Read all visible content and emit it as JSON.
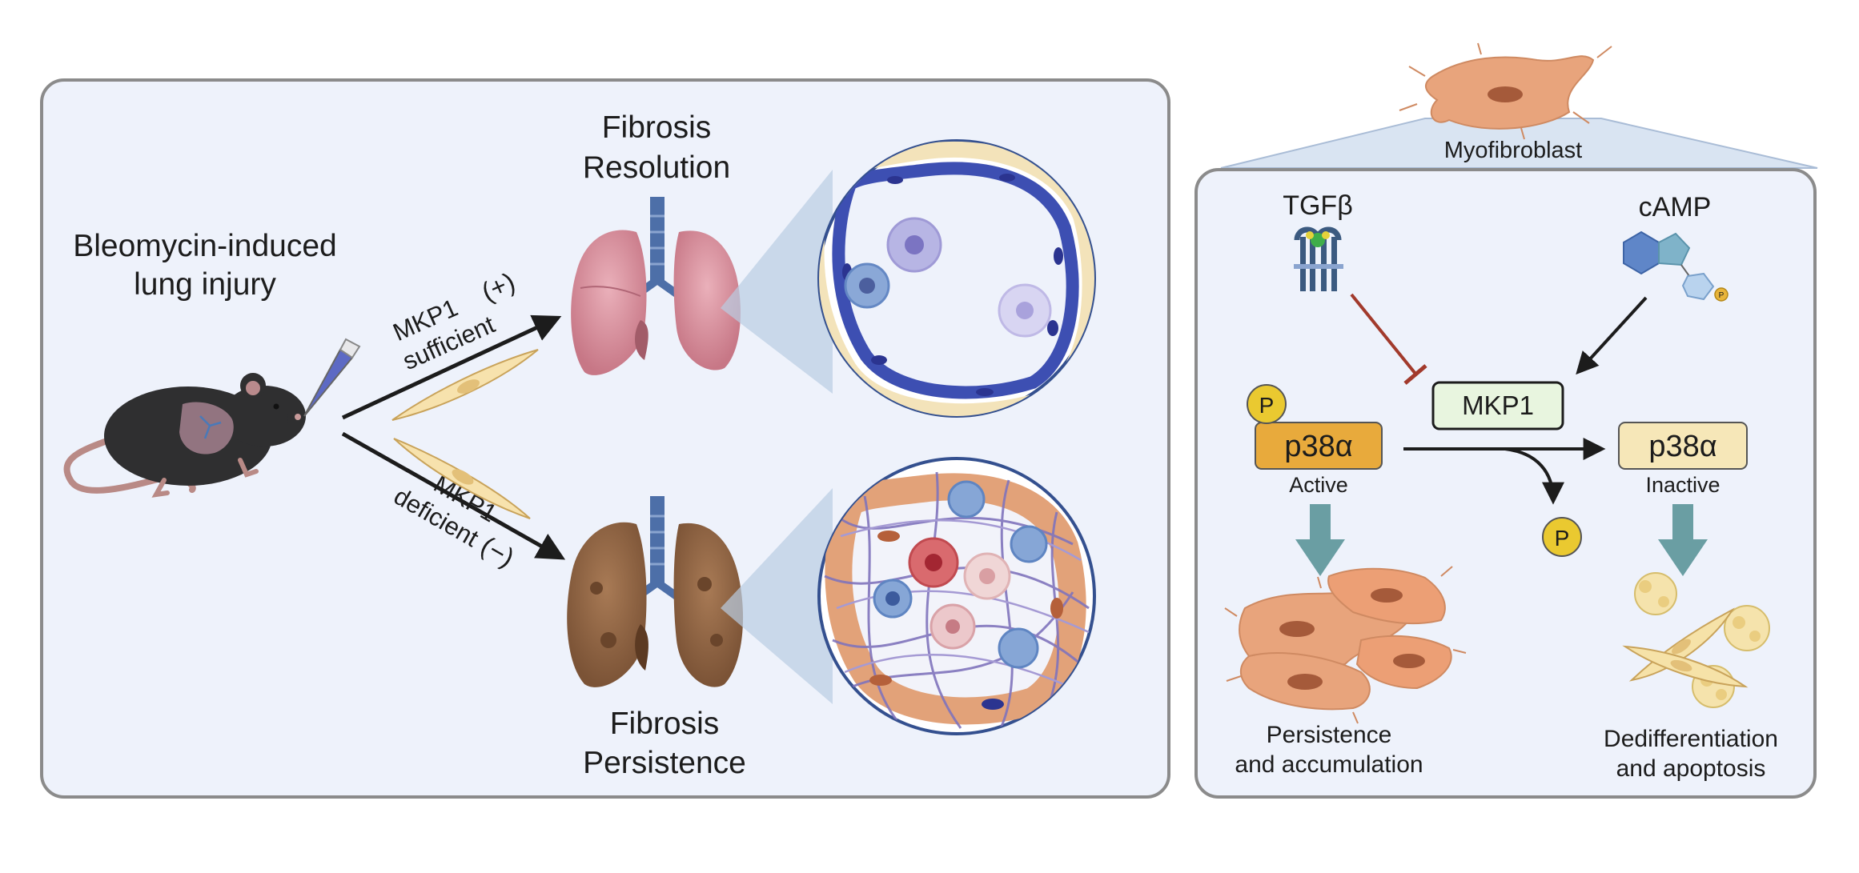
{
  "left_panel": {
    "injury_label_line1": "Bleomycin-induced",
    "injury_label_line2": "lung injury",
    "upper_branch_line1": "MKP1",
    "upper_branch_line2": "sufficient",
    "upper_branch_sign": "(+)",
    "lower_branch_line1": "MKP1",
    "lower_branch_line2": "deficient",
    "lower_branch_sign": "(−)",
    "resolution_line1": "Fibrosis",
    "resolution_line2": "Resolution",
    "persistence_line1": "Fibrosis",
    "persistence_line2": "Persistence"
  },
  "right_panel": {
    "cell_label": "Myofibroblast",
    "tgfb_label": "TGFβ",
    "camp_label": "cAMP",
    "mkp1_label": "MKP1",
    "p38_label": "p38α",
    "active_label": "Active",
    "inactive_label": "Inactive",
    "phospho_label": "P",
    "left_outcome_line1": "Persistence",
    "left_outcome_line2": "and accumulation",
    "right_outcome_line1": "Dedifferentiation",
    "right_outcome_line2": "and apoptosis"
  },
  "colors": {
    "panel_fill": "#eef2fb",
    "panel_stroke": "#8b8b8b",
    "healthy_lung": "#d88f9c",
    "fibrotic_lung": "#8f6544",
    "myofibroblast": "#e8a47c",
    "active_box": "#e8aa3c",
    "inactive_box": "#f6e7b8",
    "mkp1_box": "#e8f5df",
    "phospho": "#eac930",
    "downstream_arrow": "#6a9ea3",
    "inhibit_line": "#a23a2c"
  }
}
